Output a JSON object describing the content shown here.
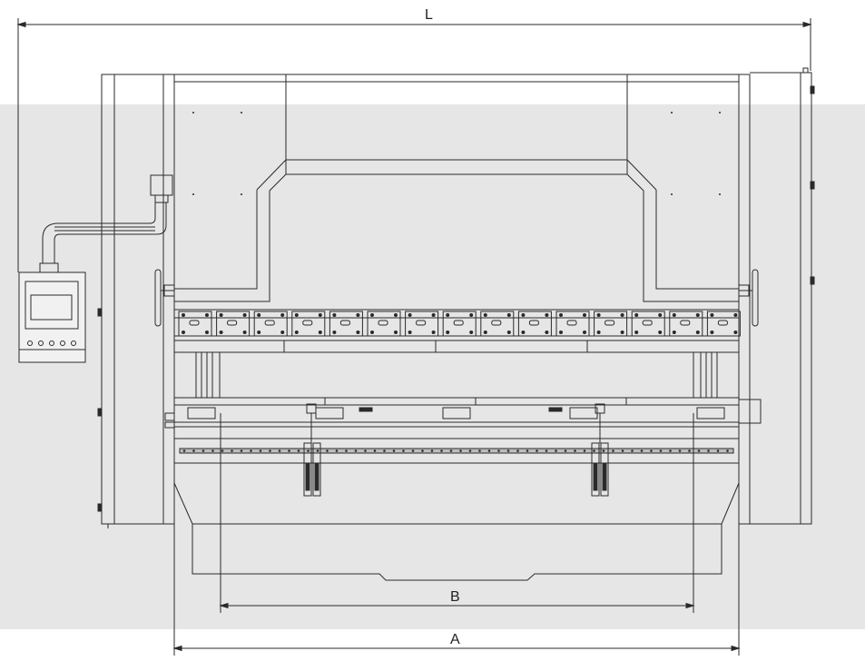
{
  "colors": {
    "band": "#e6e6e6",
    "line": "#2a2a2a",
    "panel": "#f1f1f1",
    "page": "#ffffff"
  },
  "dimensions": {
    "overall_length_label": "L",
    "bed_length_label": "A",
    "housing_distance_label": "B"
  },
  "controller": {
    "button_count": 5
  },
  "clamps": {
    "count": 15
  }
}
